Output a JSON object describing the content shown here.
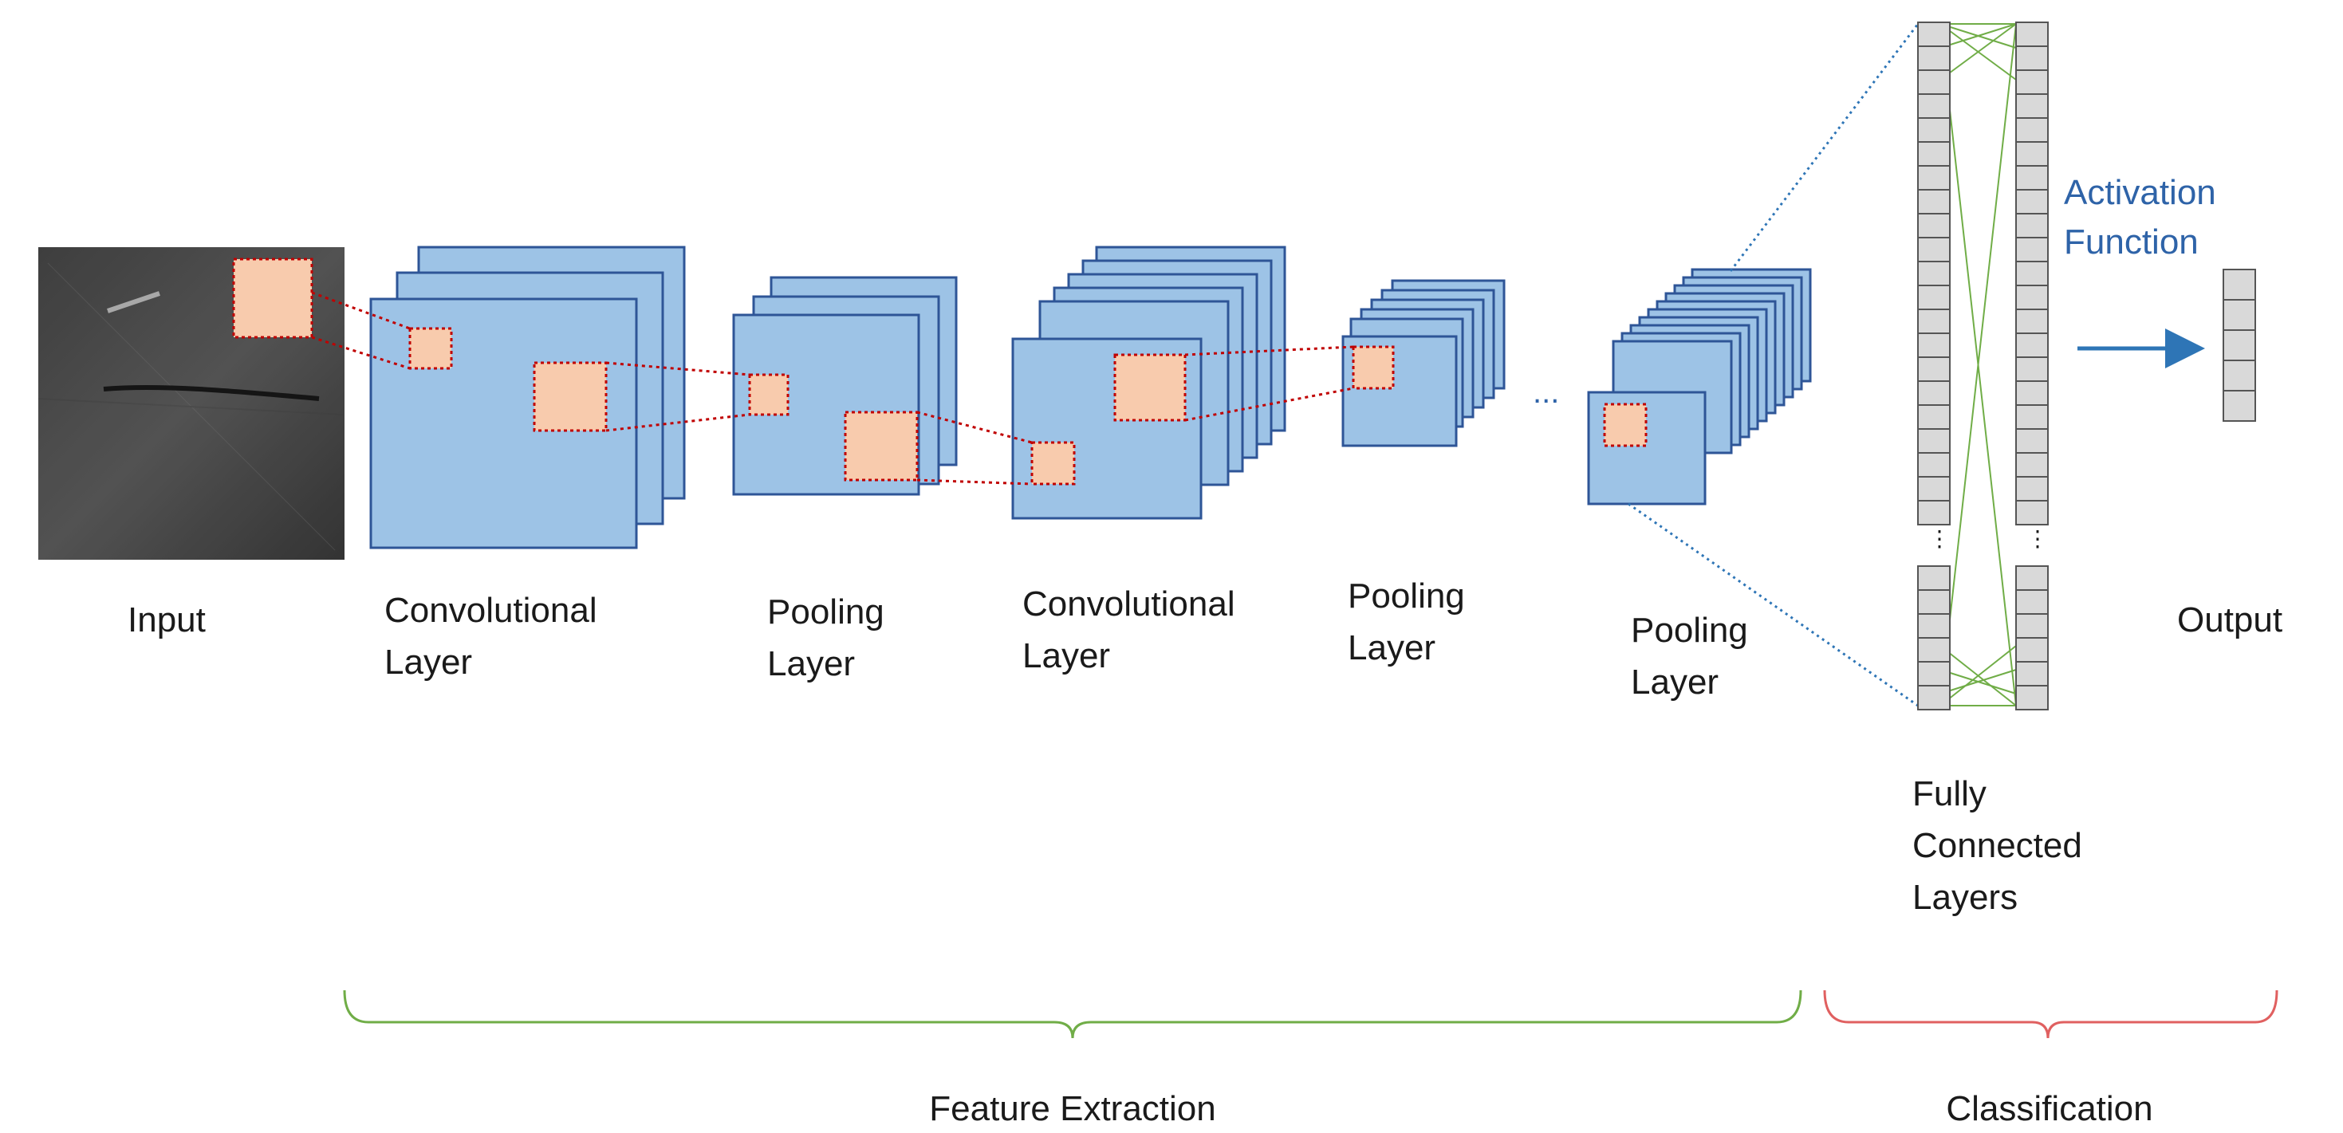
{
  "labels": {
    "input": "Input",
    "conv1": [
      "Convolutional",
      "Layer"
    ],
    "pool1": [
      "Pooling",
      "Layer"
    ],
    "conv2": [
      "Convolutional",
      "Layer"
    ],
    "pool2": [
      "Pooling",
      "Layer"
    ],
    "pool3": [
      "Pooling",
      "Layer"
    ],
    "ellipsis": "...",
    "activation": [
      "Activation",
      "Function"
    ],
    "output": "Output",
    "fully_connected": [
      "Fully",
      "Connected",
      "Layers"
    ],
    "feature_extraction": "Feature Extraction",
    "classification": "Classification"
  },
  "colors": {
    "feature_map_fill": "#9dc3e6",
    "feature_map_stroke": "#2e5597",
    "receptive_field_fill": "#f8cbad",
    "receptive_field_stroke": "#c00000",
    "fc_node_fill": "#d9d9d9",
    "fc_connection": "#70ad47",
    "projection_line": "#2e75b6",
    "arrow": "#2e75b6",
    "feature_bracket": "#70ad47",
    "classification_bracket": "#e06060",
    "activation_text": "#2e63a8"
  }
}
